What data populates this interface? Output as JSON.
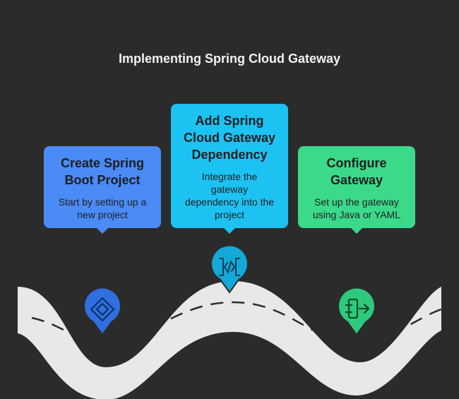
{
  "title": "Implementing Spring Cloud Gateway",
  "colors": {
    "background": "#2b2b2b",
    "road": "#e8e8e8",
    "step1": "#4a8bf5",
    "step2": "#1cc2f2",
    "step3": "#3bd98a"
  },
  "steps": [
    {
      "title_line1": "Create Spring",
      "title_line2": "Boot Project",
      "desc_line1": "Start by setting up a",
      "desc_line2": "new project",
      "icon": "diamond-project-icon"
    },
    {
      "title_line1": "Add Spring",
      "title_line2": "Cloud Gateway",
      "title_line3": "Dependency",
      "desc_line1": "Integrate the",
      "desc_line2": "gateway",
      "desc_line3": "dependency into the",
      "desc_line4": "project",
      "icon": "code-dependency-icon"
    },
    {
      "title_line1": "Configure",
      "title_line2": "Gateway",
      "desc_line1": "Set up the gateway",
      "desc_line2": "using Java or YAML",
      "icon": "gateway-arrow-icon"
    }
  ]
}
